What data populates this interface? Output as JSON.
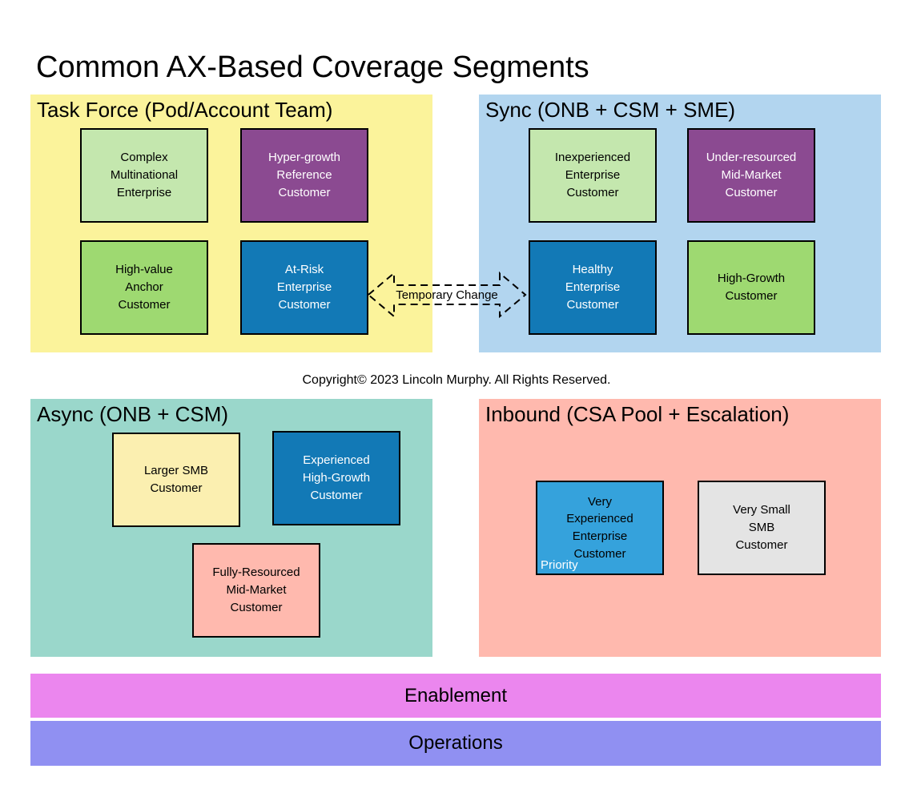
{
  "title": "Common AX-Based Coverage Segments",
  "copyright": "Copyright© 2023 Lincoln Murphy. All Rights Reserved.",
  "arrow": {
    "label": "Temporary Change",
    "stroke": "#000000"
  },
  "quadrants": {
    "task_force": {
      "title": "Task Force (Pod/Account Team)",
      "bg": "#FBF39B",
      "boxes": [
        {
          "label": "Complex\nMultinational\nEnterprise",
          "bg": "#C4E7AE",
          "fg": "#000000"
        },
        {
          "label": "Hyper-growth\nReference\nCustomer",
          "bg": "#8B4A91",
          "fg": "#FFFFFF"
        },
        {
          "label": "High-value\nAnchor\nCustomer",
          "bg": "#9ED971",
          "fg": "#000000"
        },
        {
          "label": "At-Risk\nEnterprise\nCustomer",
          "bg": "#1279B6",
          "fg": "#FFFFFF"
        }
      ]
    },
    "sync": {
      "title": "Sync (ONB + CSM + SME)",
      "bg": "#B2D5EF",
      "boxes": [
        {
          "label": "Inexperienced\nEnterprise\nCustomer",
          "bg": "#C4E7AE",
          "fg": "#000000"
        },
        {
          "label": "Under-resourced\nMid-Market\nCustomer",
          "bg": "#8B4A91",
          "fg": "#FFFFFF"
        },
        {
          "label": "Healthy\nEnterprise\nCustomer",
          "bg": "#1279B6",
          "fg": "#FFFFFF"
        },
        {
          "label": "High-Growth\nCustomer",
          "bg": "#9ED971",
          "fg": "#000000"
        }
      ]
    },
    "async": {
      "title": "Async (ONB + CSM)",
      "bg": "#9AD7CB",
      "boxes": [
        {
          "label": "Larger SMB\nCustomer",
          "bg": "#FBEFB0",
          "fg": "#000000"
        },
        {
          "label": "Experienced\nHigh-Growth\nCustomer",
          "bg": "#1279B6",
          "fg": "#FFFFFF"
        },
        {
          "label": "Fully-Resourced\nMid-Market\nCustomer",
          "bg": "#FFB9AE",
          "fg": "#000000"
        }
      ]
    },
    "inbound": {
      "title": "Inbound (CSA Pool + Escalation)",
      "bg": "#FFB9AE",
      "boxes": [
        {
          "label": "Very\nExperienced\nEnterprise\nCustomer",
          "bg": "#35A2DC",
          "fg": "#000000",
          "tag": "Priority",
          "tag_fg": "#FFFFFF"
        },
        {
          "label": "Very Small\nSMB\nCustomer",
          "bg": "#E4E4E4",
          "fg": "#000000"
        }
      ]
    }
  },
  "bars": [
    {
      "label": "Enablement",
      "bg": "#EB86EE",
      "fg": "#000000"
    },
    {
      "label": "Operations",
      "bg": "#9090F2",
      "fg": "#000000"
    }
  ]
}
